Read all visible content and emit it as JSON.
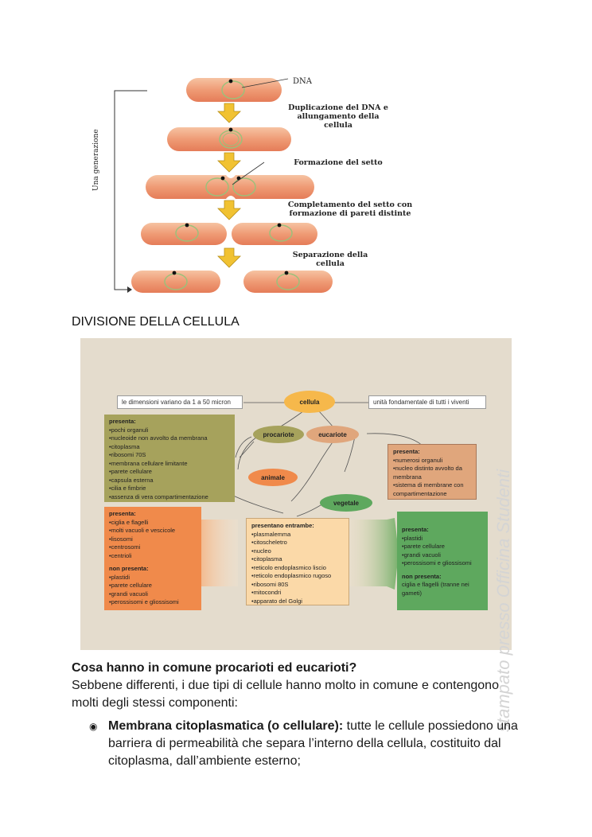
{
  "fission": {
    "dna_label": "DNA",
    "generation_label": "Una generazione",
    "steps": [
      "Duplicazione del DNA e allungamento della cellula",
      "Formazione del setto",
      "Completamento del setto con formazione di pareti distinte",
      "Separazione della cellula"
    ]
  },
  "section_title": "DIVISIONE DELLA CELLULA",
  "concept_map": {
    "center": "cellula",
    "left_note": "le dimensioni variano da 1 a 50 micron",
    "right_note": "unità fondamentale di tutti i viventi",
    "procariote": "procariote",
    "eucariote": "eucariote",
    "animale": "animale",
    "vegetale": "vegetale",
    "procariote_box": {
      "title": "presenta:",
      "items": [
        "pochi organuli",
        "nucleoide non avvolto da membrana",
        "citoplasma",
        "ribosomi 70S",
        "membrana cellulare limitante",
        "parete cellulare",
        "capsula esterna",
        "cilia e fimbrie",
        "assenza di vera compartimentazione"
      ]
    },
    "eucariote_box": {
      "title": "presenta:",
      "items": [
        "numerosi organuli",
        "nucleo distinto avvolto da membrana",
        "sistema di membrane con compartimentazione"
      ]
    },
    "animale_box": {
      "title": "presenta:",
      "items": [
        "ciglia e flagelli",
        "molti vacuoli e vescicole",
        "lisosomi",
        "centrosomi",
        "centrioli"
      ],
      "absent_title": "non presenta:",
      "absent_items": [
        "plastidi",
        "parete cellulare",
        "grandi vacuoli",
        "perossisomi e gliossisomi"
      ]
    },
    "both_box": {
      "title": "presentano entrambe:",
      "items": [
        "plasmalemma",
        "citoscheletro",
        "nucleo",
        "citoplasma",
        "reticolo endoplasmico liscio",
        "reticolo endoplasmico rugoso",
        "ribosomi 80S",
        "mitocondri",
        "apparato del Golgi"
      ]
    },
    "vegetale_box": {
      "title": "presenta:",
      "items": [
        "plastidi",
        "parete cellulare",
        "grandi vacuoli",
        "perossisomi e gliossisomi"
      ],
      "absent_title": "non presenta:",
      "absent_text": "ciglia e flagelli (tranne nei gameti)"
    },
    "colors": {
      "procariote_box": "#a6a25c",
      "eucariote_box": "#e0a67c",
      "animale_box": "#f08a4b",
      "both_box": "#fbd9a8",
      "vegetale_box": "#5ea85e",
      "center": "#f6b84b"
    }
  },
  "watermark": "stampato presso Officina Studenti",
  "question": "Cosa hanno in comune procarioti ed eucarioti?",
  "intro": "Sebbene differenti, i due tipi di cellule hanno molto in comune e contengono molti degli stessi componenti:",
  "bullet": {
    "mark": "◉",
    "bold": "Membrana citoplasmatica (o cellulare):",
    "text": " tutte le cellule possiedono una barriera di permeabilità che separa l’interno della cellula, costituito dal citoplasma, dall’ambiente esterno;"
  }
}
